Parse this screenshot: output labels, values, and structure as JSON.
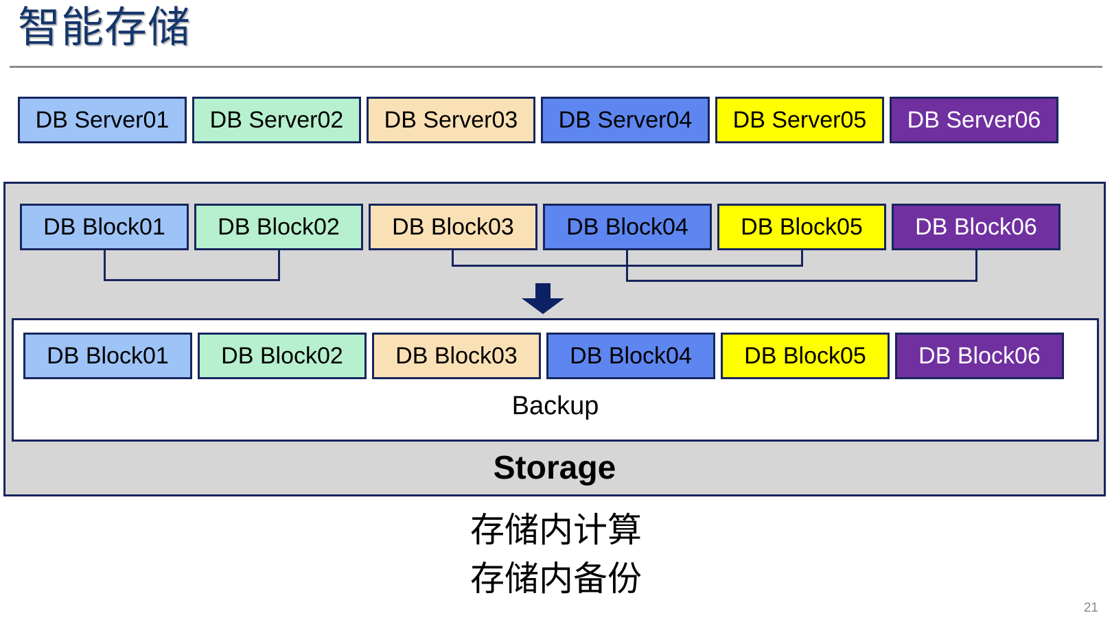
{
  "slide": {
    "title": "智能存储",
    "page_number": "21"
  },
  "colors": {
    "title": "#16366B",
    "border": "#17255E",
    "container_bg": "#D6D6D6",
    "backup_bg": "#FFFFFF",
    "rule": "#8C8C8C",
    "page_number": "#8A8A8A",
    "box_blue_light": "#9DC3F7",
    "box_green": "#B6F0CE",
    "box_peach": "#FAE0B5",
    "box_blue": "#5E86F0",
    "box_yellow": "#FFFF00",
    "box_purple": "#7030A0"
  },
  "server_row": {
    "items": [
      {
        "label": "DB Server01",
        "fill": "#9DC3F7",
        "text": "#000000"
      },
      {
        "label": "DB Server02",
        "fill": "#B6F0CE",
        "text": "#000000"
      },
      {
        "label": "DB Server03",
        "fill": "#FAE0B5",
        "text": "#000000"
      },
      {
        "label": "DB Server04",
        "fill": "#5E86F0",
        "text": "#000000"
      },
      {
        "label": "DB Server05",
        "fill": "#FFFF00",
        "text": "#000000"
      },
      {
        "label": "DB Server06",
        "fill": "#7030A0",
        "text": "#FFFFFF"
      }
    ]
  },
  "storage": {
    "label": "Storage",
    "primary_blocks": [
      {
        "label": "DB Block01",
        "fill": "#9DC3F7",
        "text": "#000000"
      },
      {
        "label": "DB Block02",
        "fill": "#B6F0CE",
        "text": "#000000"
      },
      {
        "label": "DB Block03",
        "fill": "#FAE0B5",
        "text": "#000000"
      },
      {
        "label": "DB Block04",
        "fill": "#5E86F0",
        "text": "#000000"
      },
      {
        "label": "DB Block05",
        "fill": "#FFFF00",
        "text": "#000000"
      },
      {
        "label": "DB Block06",
        "fill": "#7030A0",
        "text": "#FFFFFF"
      }
    ],
    "backup": {
      "label": "Backup",
      "blocks": [
        {
          "label": "DB Block01",
          "fill": "#9DC3F7",
          "text": "#000000"
        },
        {
          "label": "DB Block02",
          "fill": "#B6F0CE",
          "text": "#000000"
        },
        {
          "label": "DB Block03",
          "fill": "#FAE0B5",
          "text": "#000000"
        },
        {
          "label": "DB Block04",
          "fill": "#5E86F0",
          "text": "#000000"
        },
        {
          "label": "DB Block05",
          "fill": "#FFFF00",
          "text": "#000000"
        },
        {
          "label": "DB Block06",
          "fill": "#7030A0",
          "text": "#FFFFFF"
        }
      ]
    },
    "flow_arrow": "down-arrow"
  },
  "captions": {
    "lines": [
      "存储内计算",
      "存储内备份"
    ]
  }
}
